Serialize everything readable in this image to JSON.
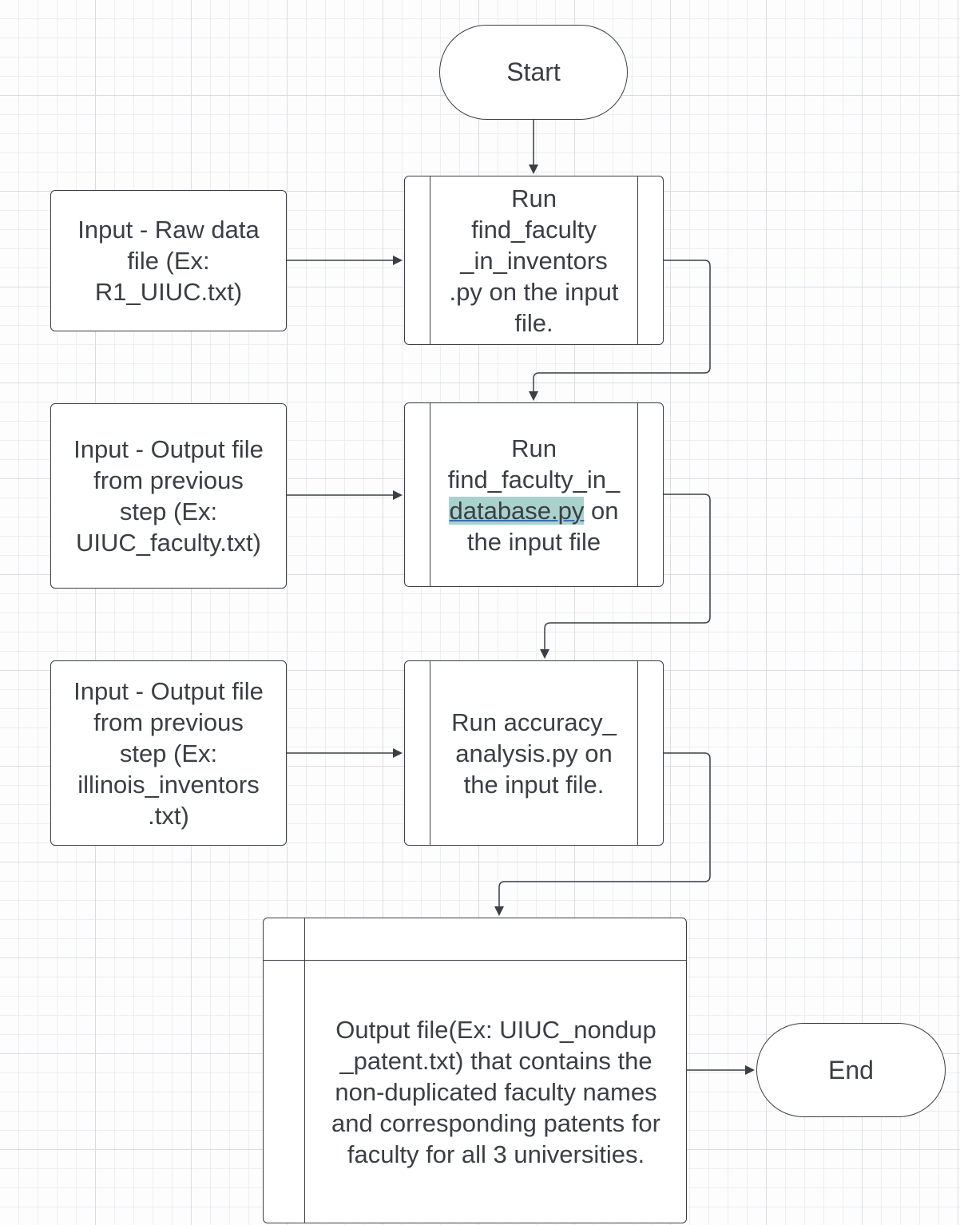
{
  "nodes": {
    "start": {
      "label": "Start"
    },
    "end": {
      "label": "End"
    },
    "input_1": {
      "label": "Input - Raw data\nfile (Ex:\nR1_UIUC.txt)"
    },
    "input_2": {
      "label": "Input - Output file\nfrom previous\nstep (Ex:\nUIUC_faculty.txt)"
    },
    "input_3": {
      "label": "Input - Output file\nfrom previous\nstep (Ex:\nillinois_inventors\n.txt)"
    },
    "process_1": {
      "label": "Run\nfind_faculty\n_in_inventors\n.py on the input\nfile."
    },
    "process_2": {
      "line_1": "Run",
      "line_2": "find_faculty_in_",
      "highlight": "database.py",
      "line_3_rest": " on",
      "line_4": "the input file"
    },
    "process_3": {
      "label": "Run accuracy_\nanalysis.py on\nthe input file."
    },
    "output": {
      "label": "Output file(Ex: UIUC_nondup\n_patent.txt) that contains the\nnon-duplicated faculty names\nand corresponding patents for\nfaculty for all 3 universities."
    }
  },
  "colors": {
    "stroke": "#3b3f45",
    "highlight": "#a9d2cc"
  }
}
